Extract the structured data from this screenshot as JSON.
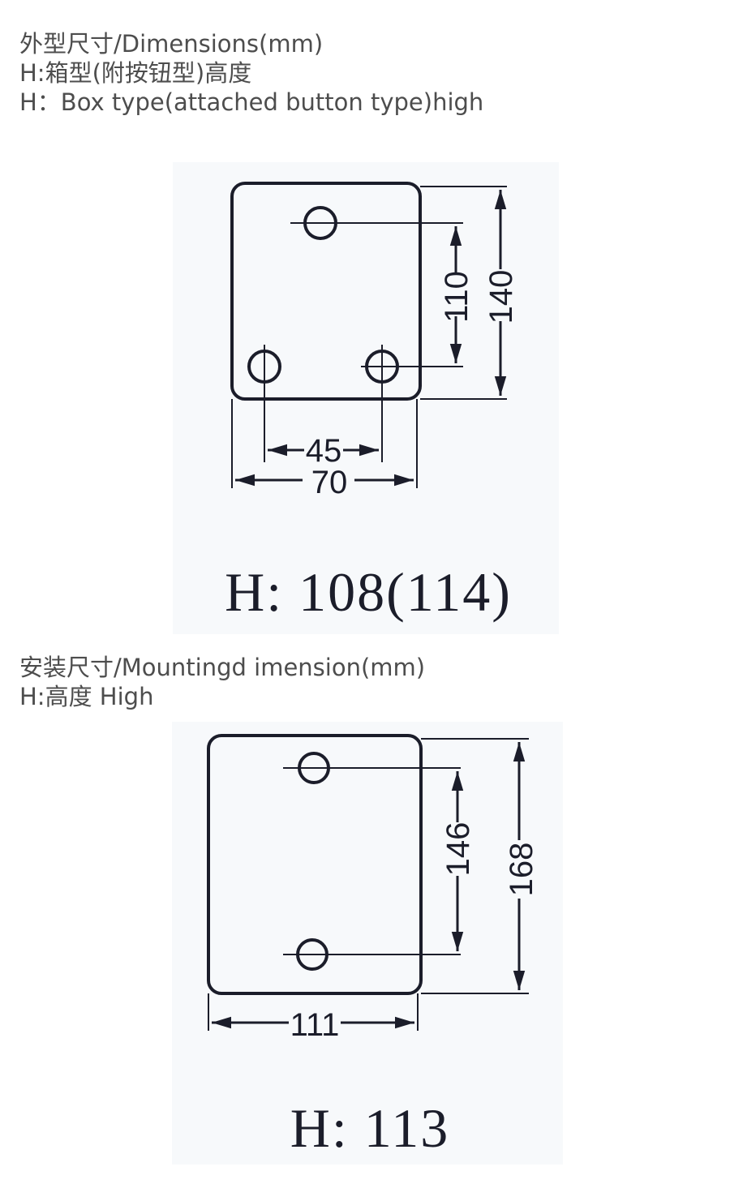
{
  "outer_dimensions": {
    "heading_line_1": "外型尺寸/Dimensions(mm)",
    "heading_line_2": "H:箱型(附按钮型)高度",
    "heading_line_3": "H：Box type(attached button type)high",
    "dims": {
      "hole_vertical_spacing": "110",
      "overall_height": "140",
      "hole_horizontal_spacing": "45",
      "overall_width": "70"
    },
    "height_label": "H: 108(114)"
  },
  "mounting_dimensions": {
    "heading_line_1": "安装尺寸/Mountingd imension(mm)",
    "heading_line_2": "H:高度 High",
    "dims": {
      "hole_vertical_spacing": "146",
      "overall_height": "168",
      "overall_width": "111"
    },
    "height_label": "H: 113"
  },
  "colors": {
    "text": "#4d4d4d",
    "ink": "#1b1d2a",
    "panel_background": "#f7f9fb"
  }
}
